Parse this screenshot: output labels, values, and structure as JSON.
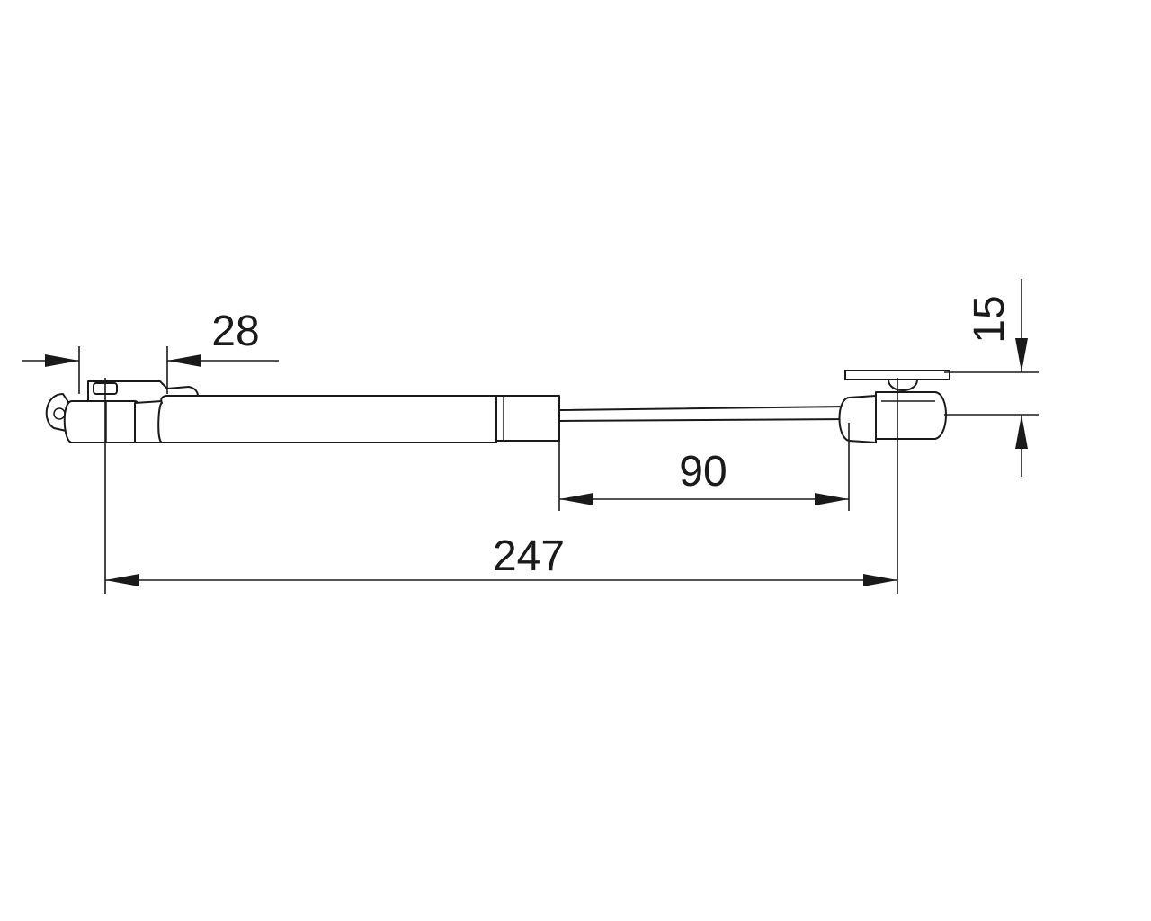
{
  "dimensions": {
    "mount_width": "28",
    "stroke": "90",
    "total_length": "247",
    "mount_height": "15"
  },
  "colors": {
    "line": "#1a1a1a",
    "background": "#ffffff"
  }
}
